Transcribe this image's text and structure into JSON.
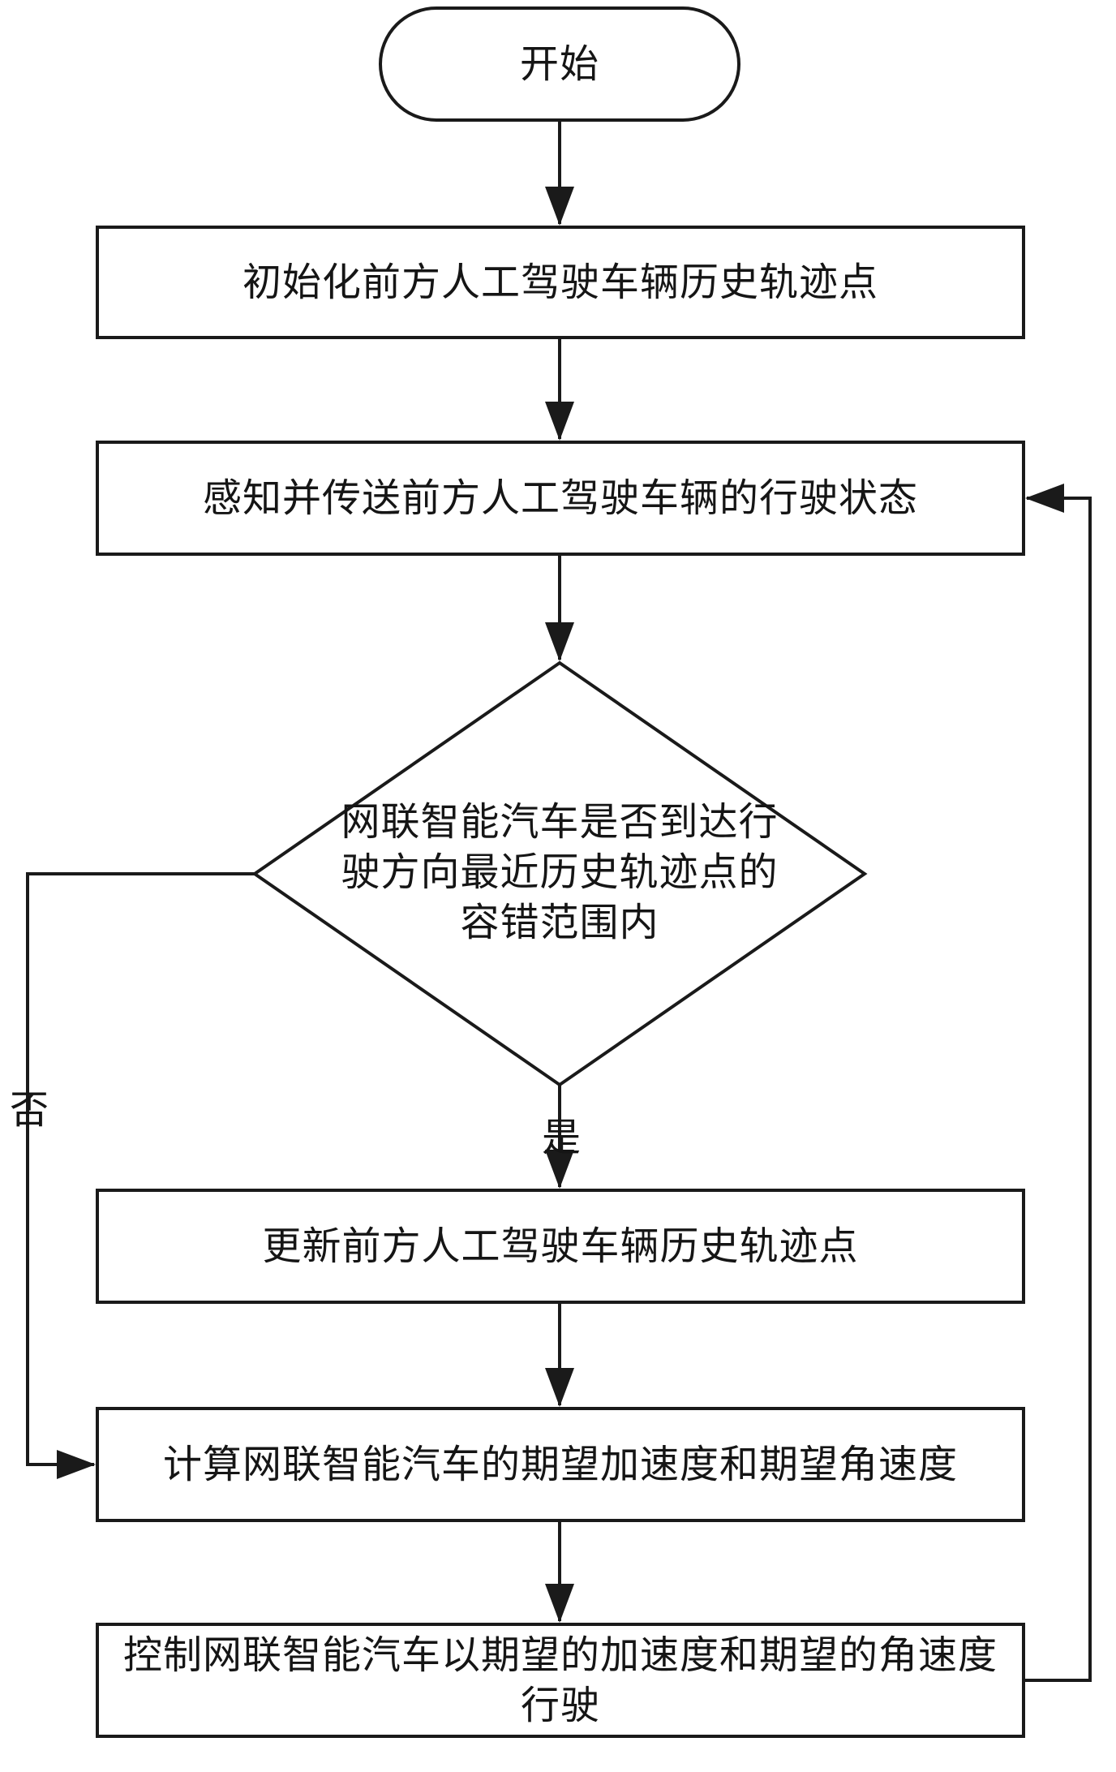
{
  "flowchart": {
    "start": "开始",
    "step1": "初始化前方人工驾驶车辆历史轨迹点",
    "step2": "感知并传送前方人工驾驶车辆的行驶状态",
    "decision": "网联智能汽车是否到达行驶方向最近历史轨迹点的容错范围内",
    "yes_label": "是",
    "no_label": "否",
    "step3": "更新前方人工驾驶车辆历史轨迹点",
    "step4": "计算网联智能汽车的期望加速度和期望角速度",
    "step5": "控制网联智能汽车以期望的加速度和期望的角速度行驶"
  },
  "colors": {
    "line": "#1a1a1a",
    "fill": "#ffffff",
    "text": "#151515"
  }
}
